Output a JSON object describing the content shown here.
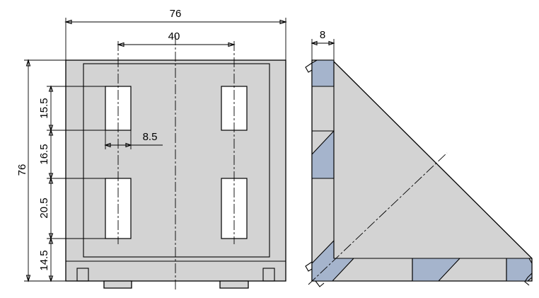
{
  "drawing": {
    "dimensions": {
      "front_width": "76",
      "hole_spacing": "40",
      "offset": "8.5",
      "front_height": "76",
      "row1": "15.5",
      "row2": "16.5",
      "row3": "20.5",
      "row4": "14.5",
      "side_thickness": "8"
    },
    "colors": {
      "body": "#d3d3d3",
      "slot": "#a5b4cc",
      "line": "#000000"
    }
  }
}
